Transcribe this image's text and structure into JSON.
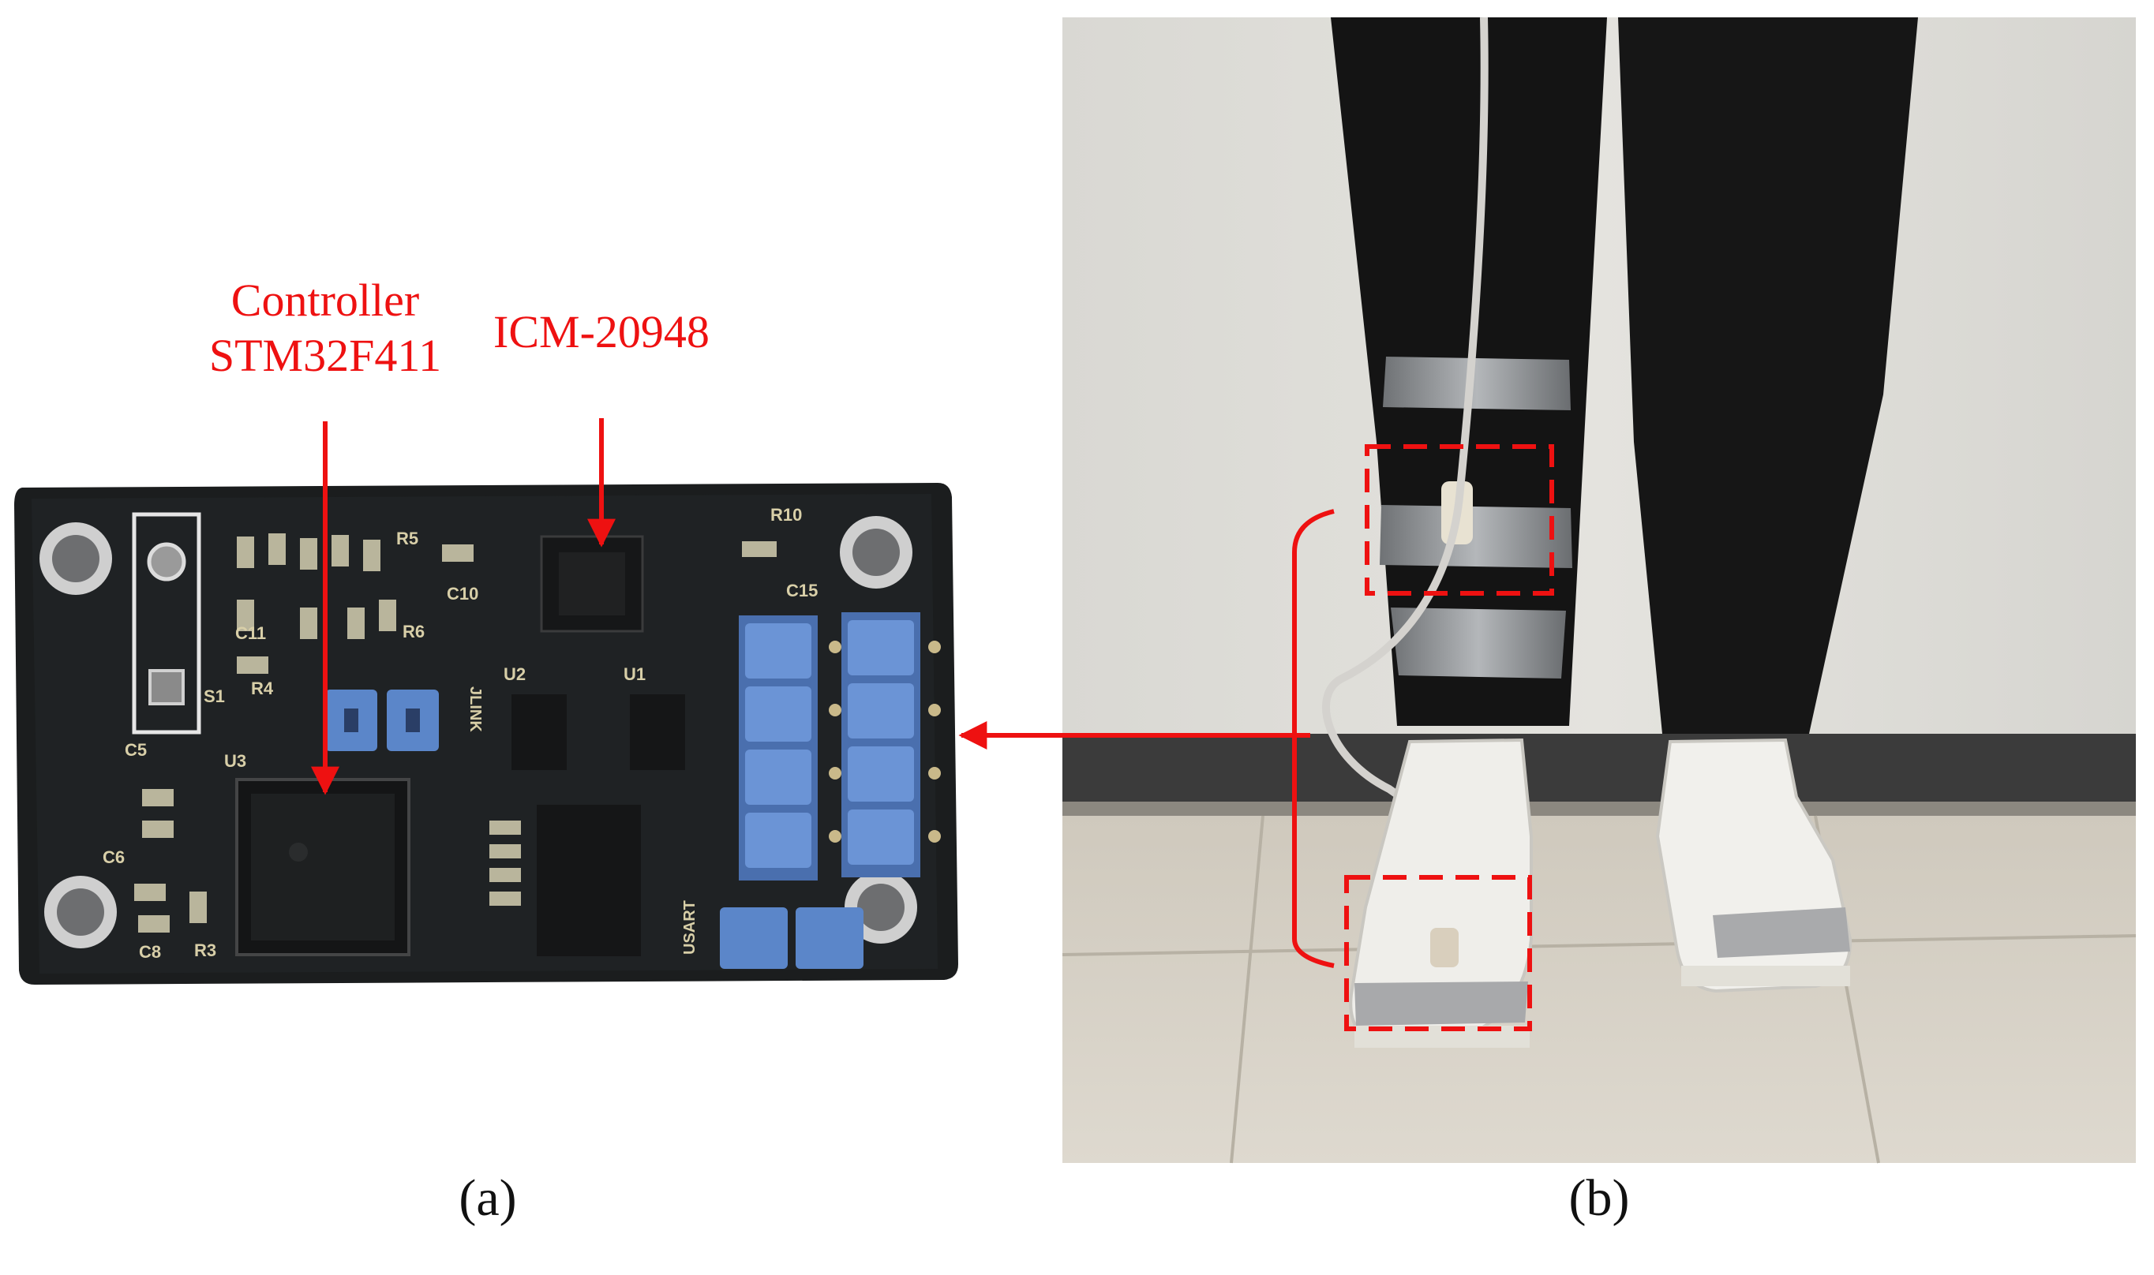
{
  "panel_a": {
    "label_controller_line1": "Controller",
    "label_controller_line2": "STM32F411",
    "label_imu": "ICM-20948",
    "caption": "(a)",
    "silkscreen": {
      "r5": "R5",
      "r6": "R6",
      "r4": "R4",
      "r3": "R3",
      "r10": "R10",
      "c10": "C10",
      "c11": "C11",
      "c15": "C15",
      "c5": "C5",
      "c6": "C6",
      "c8": "C8",
      "u1": "U1",
      "u2": "U2",
      "u3": "U3",
      "s1": "S1",
      "jlink": "JLINK",
      "usart": "USART"
    }
  },
  "panel_b": {
    "caption": "(b)"
  },
  "colors": {
    "annotation": "#ee1111",
    "pcb": "#1b1d1e",
    "header": "#5b86c9"
  }
}
